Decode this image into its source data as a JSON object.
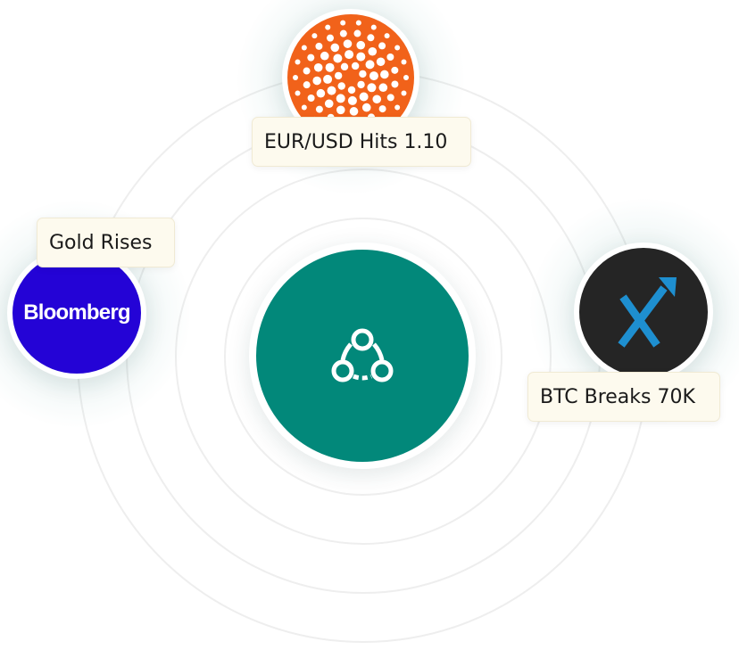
{
  "center": {
    "icon": "network-nodes-icon",
    "color": "#02887a"
  },
  "sources": [
    {
      "name": "news-source-logo",
      "icon": "dotted-sunburst-icon",
      "color": "#f1621a"
    },
    {
      "name": "bloomberg-logo",
      "text": "Bloomberg",
      "color": "#2403d6"
    },
    {
      "name": "trend-x-logo",
      "icon": "x-arrow-up-icon",
      "color": "#252525",
      "accent": "#1e8fd0"
    }
  ],
  "headlines": {
    "eur_usd": "EUR/USD Hits 1.10",
    "gold": "Gold Rises",
    "btc": "BTC Breaks 70K"
  }
}
